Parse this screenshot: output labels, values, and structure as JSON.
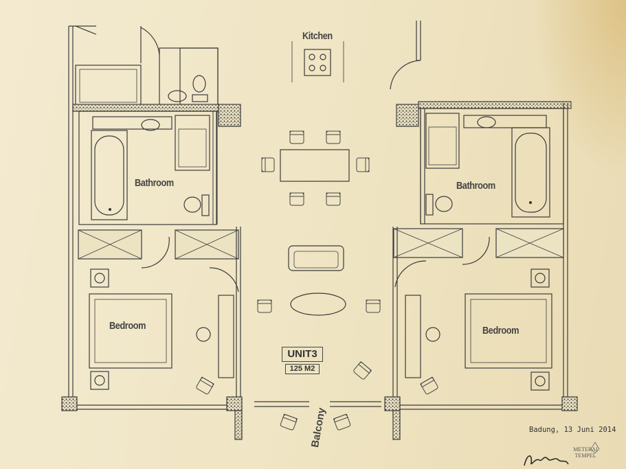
{
  "labels": {
    "kitchen": "Kitchen",
    "bathroom_left": "Bathroom",
    "bathroom_right": "Bathroom",
    "bedroom_left": "Bedroom",
    "bedroom_right": "Bedroom",
    "unit_name": "UNIT3",
    "unit_area": "125 M2",
    "balcony": "Balcony"
  },
  "signoff": {
    "date": "Badung, 13 Juni 2014",
    "stamp_text": "METERAI TEMPEL"
  },
  "colors": {
    "paper": "#efe6c6",
    "ink": "#3a3a3a",
    "hatch": "#555555"
  }
}
